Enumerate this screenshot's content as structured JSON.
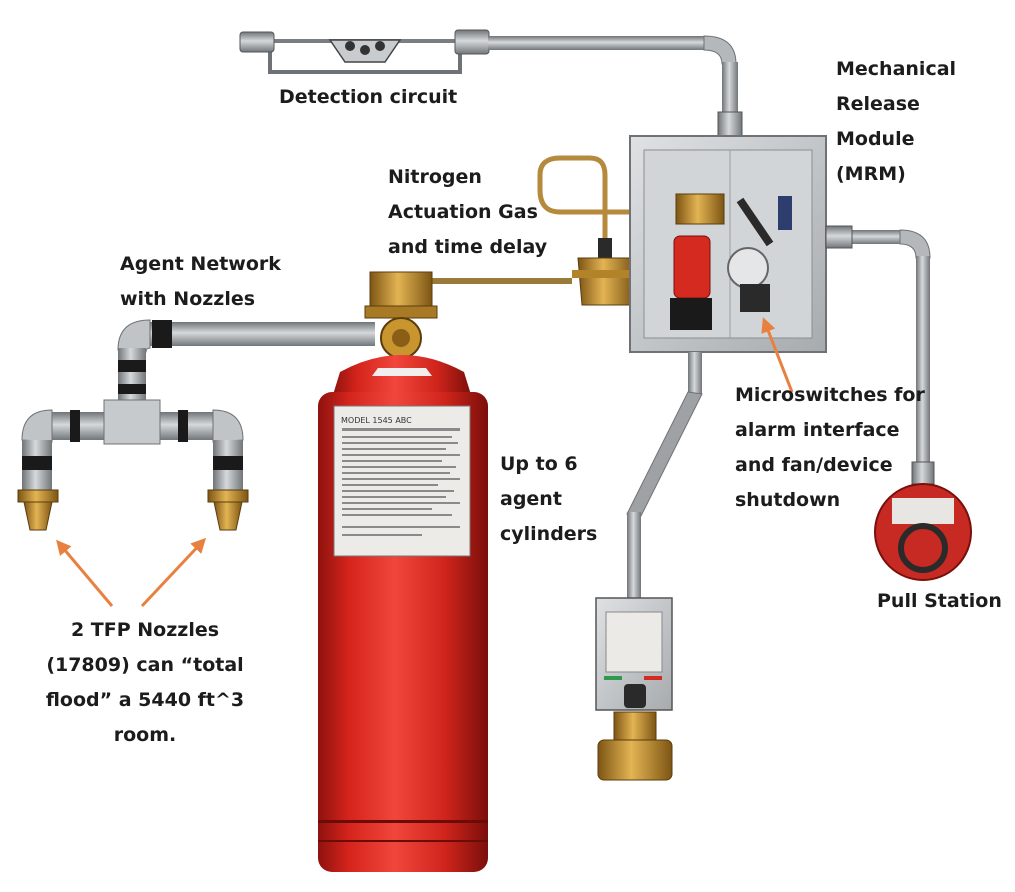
{
  "labels": {
    "detection": [
      "Detection circuit"
    ],
    "mrm": [
      "Mechanical",
      "Release",
      "Module",
      "(MRM)"
    ],
    "nitrogen": [
      "Nitrogen",
      "Actuation Gas",
      "and time delay"
    ],
    "agent_network": [
      "Agent Network",
      "with Nozzles"
    ],
    "microswitches": [
      "Microswitches for",
      "alarm interface",
      "and fan/device",
      "shutdown"
    ],
    "cylinders": [
      "Up to 6",
      "agent",
      "cylinders"
    ],
    "pull_station": [
      "Pull Station"
    ],
    "nozzles": [
      "2 TFP Nozzles",
      "(17809) can “total",
      "flood” a 5440 ft^3",
      "room."
    ]
  },
  "cylinder_label": {
    "model": "MODEL 1545 ABC"
  },
  "colors": {
    "cylinder_red": "#d92b22",
    "pipe_gray": "#a9adb0",
    "brass": "#c8932f",
    "arrow_orange": "#e8813f",
    "text": "#1c1c1c"
  }
}
